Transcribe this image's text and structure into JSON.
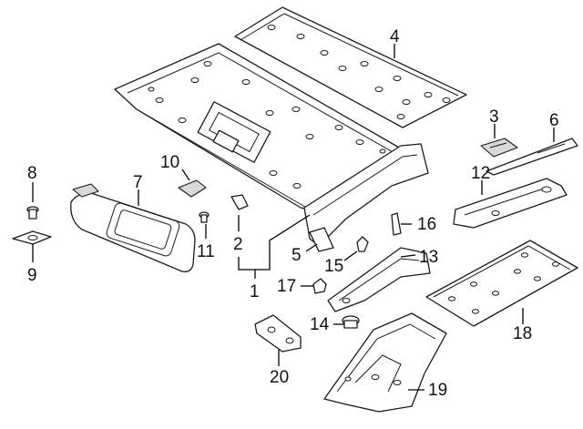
{
  "callouts": [
    {
      "id": "1",
      "text": "1"
    },
    {
      "id": "2",
      "text": "2"
    },
    {
      "id": "3",
      "text": "3"
    },
    {
      "id": "4",
      "text": "4"
    },
    {
      "id": "5",
      "text": "5"
    },
    {
      "id": "6",
      "text": "6"
    },
    {
      "id": "7",
      "text": "7"
    },
    {
      "id": "8",
      "text": "8"
    },
    {
      "id": "9",
      "text": "9"
    },
    {
      "id": "10",
      "text": "10"
    },
    {
      "id": "11",
      "text": "11"
    },
    {
      "id": "12",
      "text": "12"
    },
    {
      "id": "13",
      "text": "13"
    },
    {
      "id": "14",
      "text": "14"
    },
    {
      "id": "15",
      "text": "15"
    },
    {
      "id": "16",
      "text": "16"
    },
    {
      "id": "17",
      "text": "17"
    },
    {
      "id": "18",
      "text": "18"
    },
    {
      "id": "19",
      "text": "19"
    },
    {
      "id": "20",
      "text": "20"
    }
  ],
  "colors": {
    "line": "#1a1a1a",
    "paper": "#ffffff",
    "shade": "#d9d9d9"
  }
}
